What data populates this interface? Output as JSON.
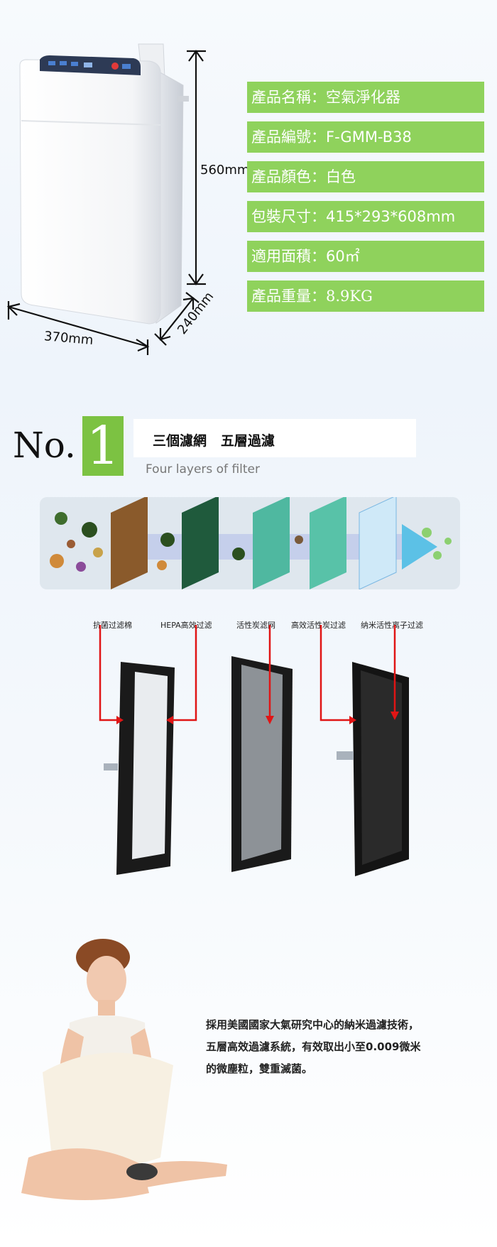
{
  "product": {
    "height_label": "560mm",
    "width_label": "370mm",
    "depth_label": "240mm",
    "specs": [
      "產品名稱：空氣淨化器",
      "產品編號：F-GMM-B38",
      "產品顏色：白色",
      "包裝尺寸：415*293*608mm",
      "適用面積：60㎡",
      "產品重量：8.9KG"
    ]
  },
  "filter_section": {
    "no_prefix": "No.",
    "no_number": "1",
    "title": "三個濾網   五層過濾",
    "subtitle": "Four layers of filter",
    "labels": [
      "抗菌过滤棉",
      "HEPA高效过滤",
      "活性炭滤网",
      "高效活性炭过滤",
      "纳米活性离子过滤"
    ]
  },
  "bottom": {
    "text_lines": [
      "採用美國國家大氣研究中心的納米過濾技術，",
      "五層高效過濾系統，有效取出小至0.009微米",
      "的微塵粒，雙重滅菌。"
    ]
  },
  "colors": {
    "spec_green": "#8fd25c",
    "badge_green": "#7cc242",
    "arrow_red": "#e01515",
    "dim_line": "#111111"
  }
}
